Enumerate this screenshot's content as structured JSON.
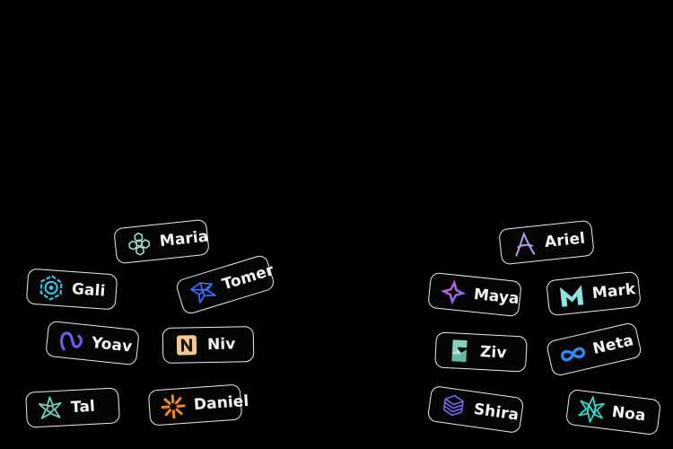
{
  "tags": {
    "maria": {
      "label": "Maria",
      "icon": "hexagon-cluster-icon",
      "color": "#9fd9c8"
    },
    "gali": {
      "label": "Gali",
      "icon": "shield-ring-icon",
      "color": "#2ec6e6"
    },
    "tomer": {
      "label": "Tomer",
      "icon": "geometric-bird-icon",
      "color": "#3b6cf5"
    },
    "yoav": {
      "label": "Yoav",
      "icon": "loop-icon",
      "color": "#6a5cf0"
    },
    "niv": {
      "label": "Niv",
      "icon": "letter-n-icon",
      "color": "#f2c98a"
    },
    "tal": {
      "label": "Tal",
      "icon": "star-gear-icon",
      "color": "#6fd0c3"
    },
    "daniel": {
      "label": "Daniel",
      "icon": "sunburst-icon",
      "color": "#f28a1a"
    },
    "ariel": {
      "label": "Ariel",
      "icon": "script-a-icon",
      "color": "#b89cf0"
    },
    "maya": {
      "label": "Maya",
      "icon": "four-point-star-icon",
      "color": "#d86df0"
    },
    "mark": {
      "label": "Mark",
      "icon": "letter-m-icon",
      "color": "#8fe0e0"
    },
    "ziv": {
      "label": "Ziv",
      "icon": "folded-s-icon",
      "color": "#7fd3c0"
    },
    "neta": {
      "label": "Neta",
      "icon": "infinity-icon",
      "color": "#2f86f5"
    },
    "shira": {
      "label": "Shira",
      "icon": "stacked-blocks-icon",
      "color": "#6b6cf2"
    },
    "noa": {
      "label": "Noa",
      "icon": "burst-n-icon",
      "color": "#2fd8c9"
    }
  }
}
